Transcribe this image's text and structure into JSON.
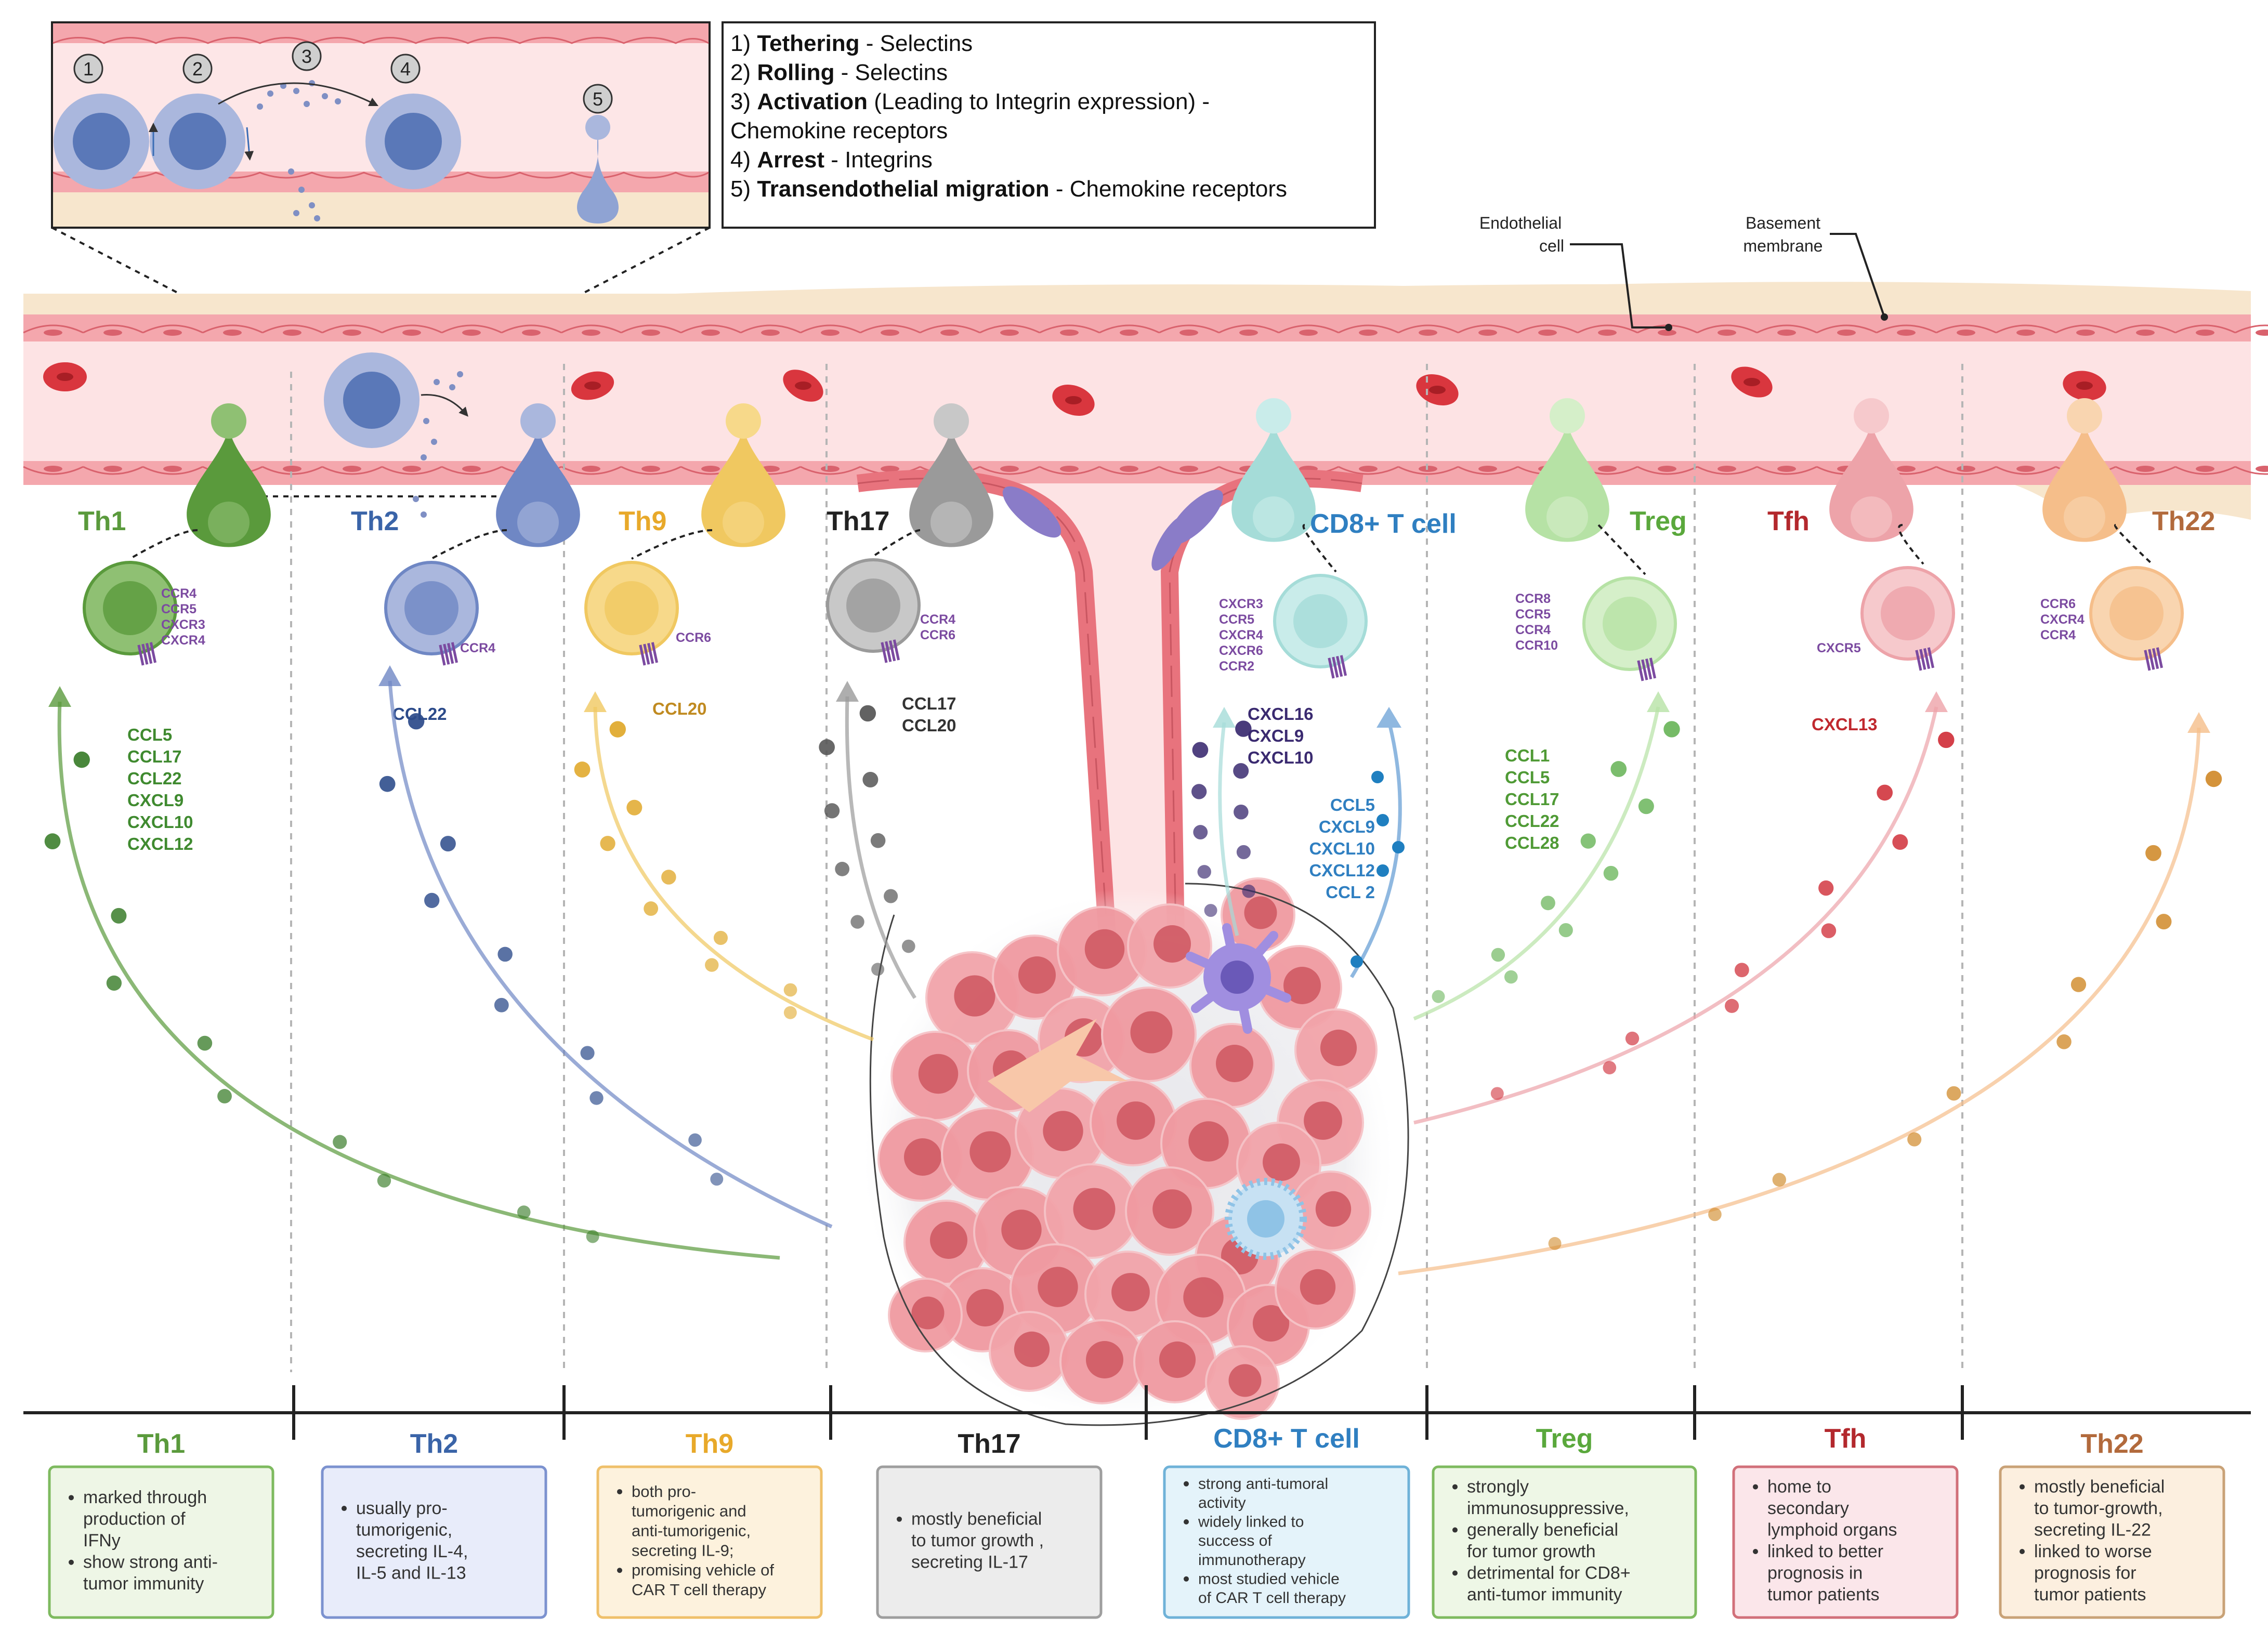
{
  "legend": {
    "steps": [
      {
        "num": "1)",
        "bold": "Tethering",
        "rest": " - Selectins"
      },
      {
        "num": "2)",
        "bold": "Rolling",
        "rest": " - Selectins"
      },
      {
        "num": "3)",
        "bold": "Activation",
        "rest": " (Leading to Integrin expression) -"
      },
      {
        "num": "",
        "bold": "",
        "rest": "Chemokine receptors"
      },
      {
        "num": "4)",
        "bold": "Arrest",
        "rest": " - Integrins"
      },
      {
        "num": "5)",
        "bold": "Transendothelial migration",
        "rest": " - Chemokine receptors"
      }
    ],
    "markers": [
      "1",
      "2",
      "3",
      "4",
      "5"
    ]
  },
  "annotations": {
    "endothelial": [
      "Endothelial",
      "cell"
    ],
    "basement": [
      "Basement",
      "membrane"
    ]
  },
  "colors": {
    "Th1": "#5a9a3c",
    "Th2": "#3a64a8",
    "Th9": "#e8a92a",
    "Th17": "#222222",
    "CD8": "#2f7fc1",
    "Treg": "#5aa83c",
    "Tfh": "#b3282d",
    "Th22": "#b26a3c",
    "receptor": "#7b4aa0",
    "vessel": "#f7c9cc",
    "endothelium": "#e8737d",
    "membrane": "#f5e3c0"
  },
  "cells": [
    {
      "key": "Th1",
      "name": "Th1",
      "receptors": [
        "CCR4",
        "CCR5",
        "CXCR3",
        "CXCR4"
      ],
      "chemokines": [
        "CCL5",
        "CCL17",
        "CCL22",
        "CXCL9",
        "CXCL10",
        "CXCL12"
      ]
    },
    {
      "key": "Th2",
      "name": "Th2",
      "receptors": [
        "CCR4"
      ],
      "chemokines": [
        "CCL22"
      ]
    },
    {
      "key": "Th9",
      "name": "Th9",
      "receptors": [
        "CCR6"
      ],
      "chemokines": [
        "CCL20"
      ]
    },
    {
      "key": "Th17",
      "name": "Th17",
      "receptors": [
        "CCR4",
        "CCR6"
      ],
      "chemokines": [
        "CCL17",
        "CCL20"
      ]
    },
    {
      "key": "CD8",
      "name": "CD8+ T cell",
      "receptors": [
        "CXCR3",
        "CCR5",
        "CXCR4",
        "CXCR6",
        "CCR2"
      ],
      "chemokines_a": [
        "CXCL16",
        "CXCL9",
        "CXCL10"
      ],
      "chemokines": [
        "CCL5",
        "CXCL9",
        "CXCL10",
        "CXCL12",
        "CCL 2"
      ]
    },
    {
      "key": "Treg",
      "name": "Treg",
      "receptors": [
        "CCR8",
        "CCR5",
        "CCR4",
        "CCR10"
      ],
      "chemokines": [
        "CCL1",
        "CCL5",
        "CCL17",
        "CCL22",
        "CCL28"
      ]
    },
    {
      "key": "Tfh",
      "name": "Tfh",
      "receptors": [
        "CXCR5"
      ],
      "chemokines": [
        "CXCL13"
      ]
    },
    {
      "key": "Th22",
      "name": "Th22",
      "receptors": [
        "CCR6",
        "CXCR4",
        "CCR4"
      ],
      "chemokines": []
    }
  ],
  "panels": [
    {
      "title": "Th1",
      "bullets": [
        [
          "marked through",
          "production of",
          "IFNy"
        ],
        [
          " show strong anti-",
          "tumor immunity"
        ]
      ]
    },
    {
      "title": "Th2",
      "bullets": [
        [
          "usually pro-",
          "tumorigenic,",
          "secreting IL-4,",
          "IL-5 and IL-13"
        ]
      ]
    },
    {
      "title": "Th9",
      "bullets": [
        [
          "both pro-",
          "tumorigenic and",
          "anti-tumorigenic,",
          "secreting IL-9;"
        ],
        [
          "promising vehicle of",
          "CAR T cell therapy"
        ]
      ]
    },
    {
      "title": "Th17",
      "bullets": [
        [
          "mostly beneficial",
          "to tumor growth ,",
          "secreting IL-17"
        ]
      ]
    },
    {
      "title": "CD8+ T cell",
      "bullets": [
        [
          "strong anti-tumoral",
          "activity"
        ],
        [
          "widely linked to",
          "success of",
          "immunotherapy"
        ],
        [
          "most studied vehicle",
          "of CAR T cell therapy"
        ]
      ]
    },
    {
      "title": "Treg",
      "bullets": [
        [
          "strongly",
          "immunosuppressive,"
        ],
        [
          "generally beneficial",
          "for tumor growth"
        ],
        [
          "detrimental for CD8+",
          "anti-tumor immunity"
        ]
      ]
    },
    {
      "title": "Tfh",
      "bullets": [
        [
          "home to",
          "secondary",
          "lymphoid organs"
        ],
        [
          "linked to better",
          "prognosis in",
          "tumor patients"
        ]
      ]
    },
    {
      "title": "Th22",
      "bullets": [
        [
          "mostly beneficial",
          "to tumor-growth,",
          "secreting IL-22"
        ],
        [
          "linked to worse",
          "prognosis for",
          "tumor patients"
        ]
      ]
    }
  ]
}
